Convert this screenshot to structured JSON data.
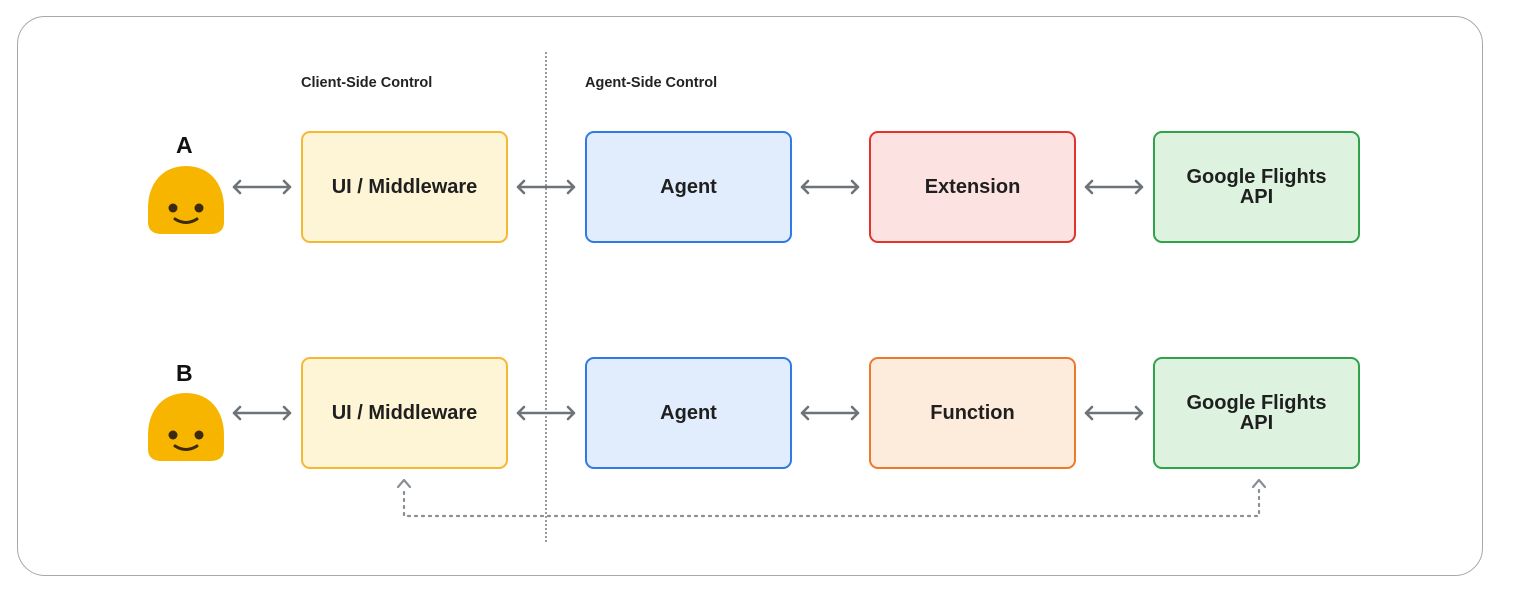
{
  "headers": {
    "client_side": "Client-Side Control",
    "agent_side": "Agent-Side Control"
  },
  "rows": [
    {
      "letter": "A",
      "avatar_icon": "smiley-face-icon",
      "boxes": [
        "UI / Middleware",
        "Agent",
        "Extension",
        "Google Flights\nAPI"
      ]
    },
    {
      "letter": "B",
      "avatar_icon": "smiley-face-icon",
      "boxes": [
        "UI / Middleware",
        "Agent",
        "Function",
        "Google Flights\nAPI"
      ]
    }
  ],
  "colors": {
    "middleware": "#f5b833",
    "agent": "#2f7ae5",
    "extension": "#e1342c",
    "function": "#ec7a2c",
    "api": "#2fa24a",
    "arrow": "#6e7378",
    "avatar": "#f7b500"
  }
}
